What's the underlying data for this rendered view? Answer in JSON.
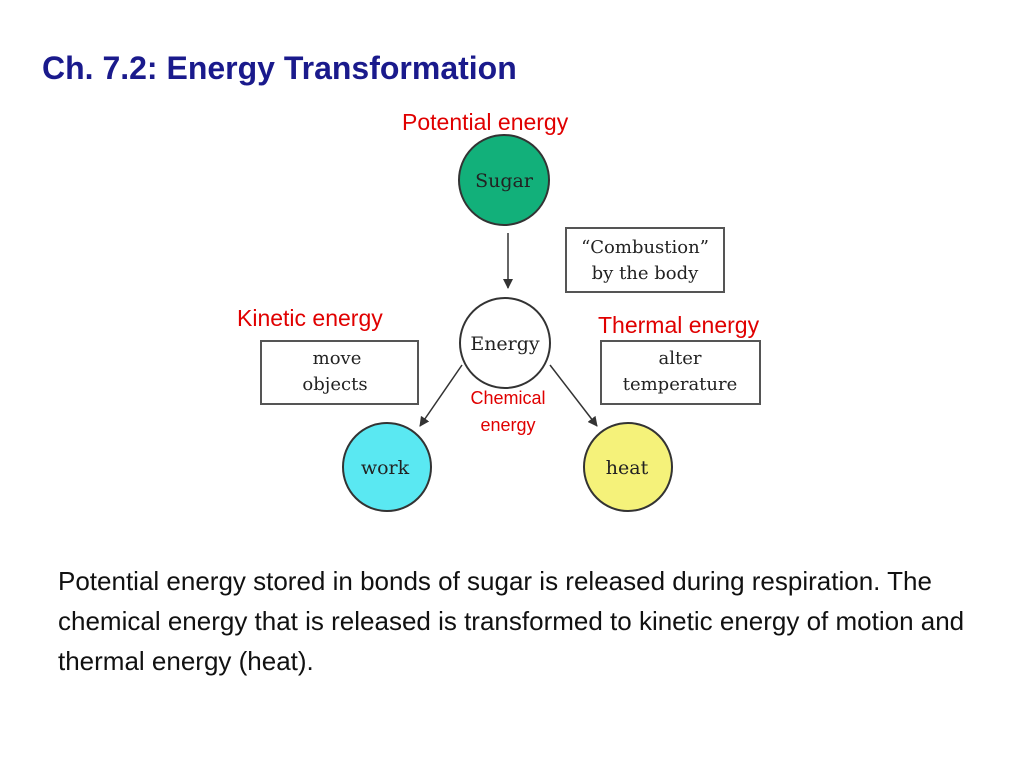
{
  "slide": {
    "title": "Ch. 7.2: Energy Transformation",
    "caption": "Potential energy stored in bonds of sugar is released during respiration.  The chemical energy that is released is transformed to kinetic energy of motion and thermal energy (heat)."
  },
  "labels": {
    "potential": "Potential energy",
    "kinetic": "Kinetic energy",
    "thermal": "Thermal energy",
    "chemical_line1": "Chemical",
    "chemical_line2": "energy"
  },
  "nodes": {
    "sugar": "Sugar",
    "energy": "Energy",
    "work": "work",
    "heat": "heat"
  },
  "boxes": {
    "combustion_line1": "“Combustion”",
    "combustion_line2": "by the body",
    "move_line1": "move",
    "move_line2": "objects",
    "alter_line1": "alter",
    "alter_line2": "temperature"
  },
  "colors": {
    "title": "#1a1a8c",
    "label_red": "#e00000",
    "sugar": "#12b07a",
    "energy": "#ffffff",
    "work": "#5ae8f2",
    "heat": "#f5f27a"
  }
}
